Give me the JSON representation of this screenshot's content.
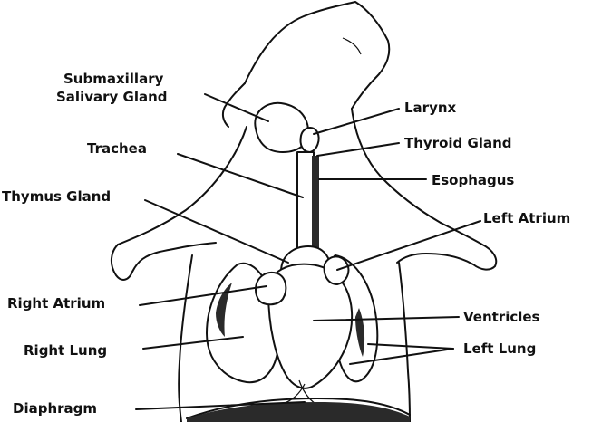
{
  "labels": {
    "submaxillary_line1": "Submaxillary",
    "submaxillary_line2": "Salivary Gland",
    "trachea": "Trachea",
    "thymus_gland": "Thymus Gland",
    "right_atrium": "Right Atrium",
    "right_lung": "Right Lung",
    "diaphragm": "Diaphragm",
    "larynx": "Larynx",
    "thyroid_gland": "Thyroid Gland",
    "esophagus": "Esophagus",
    "left_atrium": "Left Atrium",
    "ventricles": "Ventricles",
    "left_lung": "Left Lung"
  },
  "colors": {
    "ink": "#111111",
    "background": "#ffffff"
  }
}
